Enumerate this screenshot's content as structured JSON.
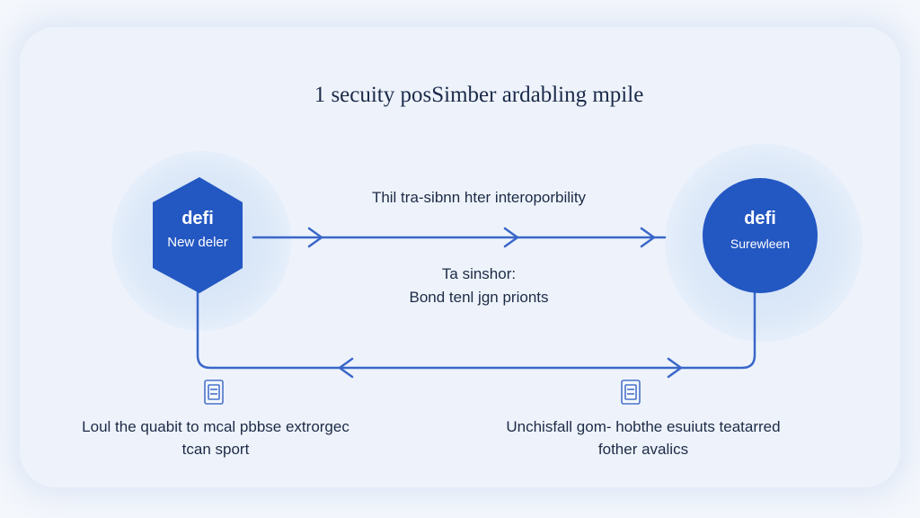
{
  "title": "1 secuity posSimber ardabling mpile",
  "left_node": {
    "logo": "defi",
    "label": "New deler"
  },
  "right_node": {
    "logo": "defi",
    "label": "Surewleen"
  },
  "top_arrow_label": "Thil tra-sibnn hter interoporbility",
  "middle_note": {
    "line1": "Ta sinshor:",
    "line2": "Bond tenl jgn prionts"
  },
  "bottom_left_caption": {
    "line1": "Loul the quabit to mcal pbbse extrorgec",
    "line2": "tcan sport"
  },
  "bottom_right_caption": {
    "line1": "Unchisfall gom- hobthe esuiuts teatarred",
    "line2": "fother avalics"
  },
  "colors": {
    "primary": "#2357c2",
    "line": "#3a67c8",
    "halo": "#d6e4f7"
  },
  "icons": {
    "bottom_left": "document-stack-icon",
    "bottom_right": "document-stack-icon"
  }
}
